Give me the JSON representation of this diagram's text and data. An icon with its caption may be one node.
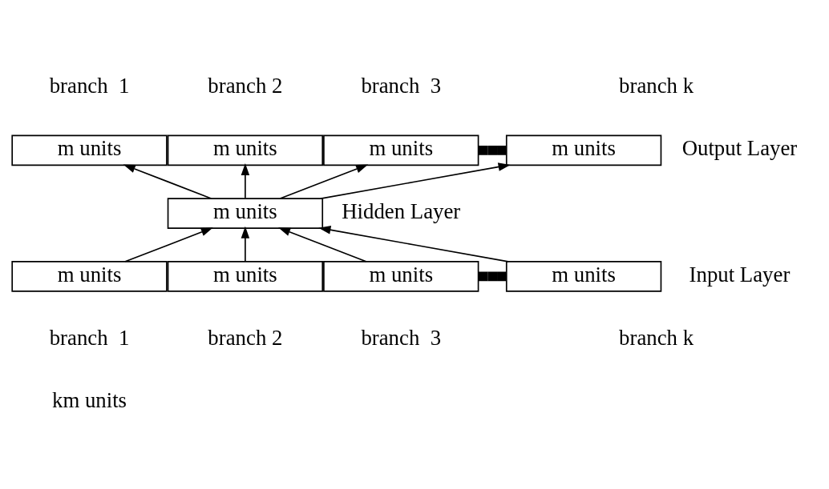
{
  "diagram": {
    "nodes": [
      {
        "text": [
          "m units"
        ],
        "beside": [
          "branch  1"
        ]
      },
      {
        "text": [
          "m units"
        ],
        "beside": [
          "branch 2"
        ]
      },
      {
        "text": [
          "m units"
        ],
        "beside": [
          "branch  3"
        ]
      },
      {
        "text": [
          "m units"
        ],
        "beside": [
          "branch k"
        ]
      },
      {
        "text": [
          "m units"
        ]
      },
      {
        "text": [
          "m units"
        ],
        "beside": [
          "branch  1"
        ]
      },
      {
        "text": [
          "m units"
        ],
        "beside": [
          "branch 2"
        ]
      },
      {
        "text": [
          "m units"
        ],
        "beside": [
          "branch  3"
        ]
      },
      {
        "text": [
          "m units"
        ],
        "beside": [
          "branch k"
        ]
      }
    ],
    "edges": [
      {
        "from": 4,
        "to": 0,
        "arrow": "to"
      },
      {
        "from": 4,
        "to": 1,
        "arrow": "to"
      },
      {
        "from": 4,
        "to": 2,
        "arrow": "to"
      },
      {
        "from": 4,
        "to": 3,
        "arrow": "to"
      },
      {
        "from": 5,
        "to": 4,
        "arrow": "to"
      },
      {
        "from": 6,
        "to": 4,
        "arrow": "to"
      },
      {
        "from": 7,
        "to": 4,
        "arrow": "to"
      },
      {
        "from": 8,
        "to": 4,
        "arrow": "to"
      }
    ],
    "labels": [
      "Output Layer",
      "Hidden Layer",
      "Input Layer",
      "km units"
    ]
  }
}
